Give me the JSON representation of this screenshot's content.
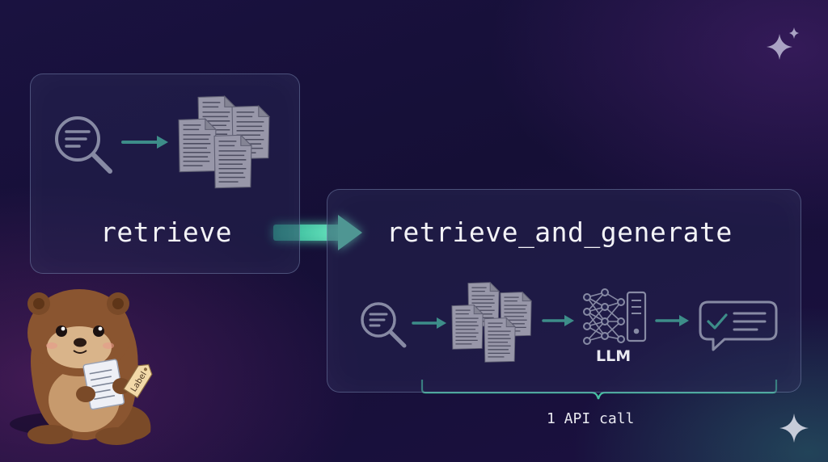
{
  "diagram": {
    "retrieve_label": "retrieve",
    "retrieve_and_generate_label": "retrieve_and_generate",
    "llm_label": "LLM",
    "api_call_label": "1 API call",
    "mascot_tag_text": "Label"
  },
  "icons": {
    "search": "search-icon",
    "documents": "documents-icon",
    "llm": "neural-network-server-icon",
    "response": "chat-check-icon",
    "sparkle": "sparkle-icon",
    "mascot": "otter-mascot-icon"
  },
  "colors": {
    "background": "#17103a",
    "accent": "#4fe0b4",
    "text": "#f3f3f7",
    "box_border": "#8e9cc4",
    "icon_stroke": "#d6dbe6"
  }
}
